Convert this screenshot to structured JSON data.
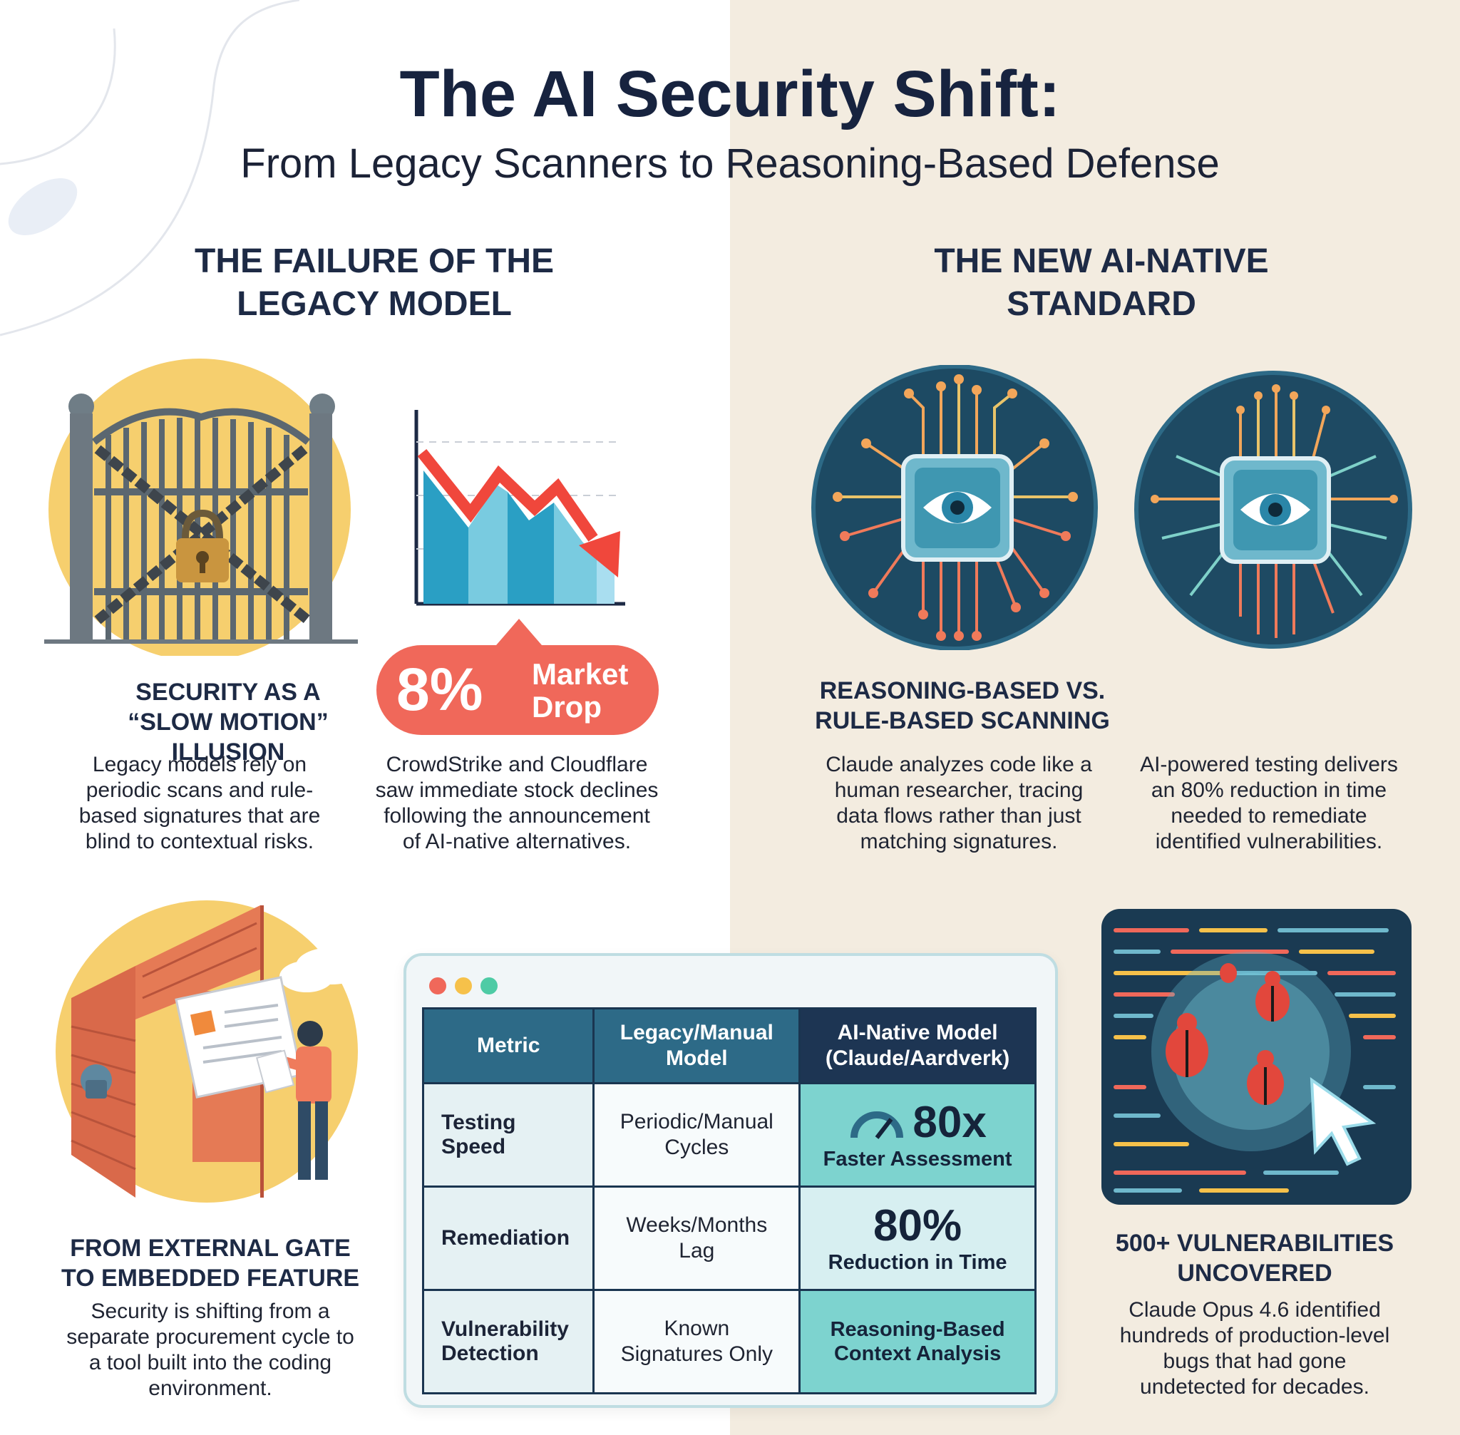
{
  "header": {
    "title": "The AI Security Shift:",
    "subtitle": "From Legacy Scanners to Reasoning-Based Defense"
  },
  "left": {
    "heading_line1": "THE FAILURE OF THE",
    "heading_line2": "LEGACY MODEL",
    "card1": {
      "title_line1": "SECURITY AS A",
      "title_line2": "“SLOW MOTION” ILLUSION",
      "text": [
        "Legacy models rely on",
        "periodic scans and rule-",
        "based signatures that are",
        "blind to contextual risks."
      ]
    },
    "market": {
      "percent": "8%",
      "label_line1": "Market",
      "label_line2": "Drop",
      "text": [
        "CrowdStrike and Cloudflare",
        "saw immediate stock declines",
        "following the announcement",
        "of AI-native alternatives."
      ]
    },
    "card3": {
      "title_line1": "FROM EXTERNAL GATE",
      "title_line2": "TO EMBEDDED FEATURE",
      "text": [
        "Security is shifting from a",
        "separate procurement cycle to",
        "a tool built into the coding",
        "environment."
      ]
    }
  },
  "right": {
    "heading_line1": "THE NEW AI-NATIVE",
    "heading_line2": "STANDARD",
    "card1": {
      "title_line1": "REASONING-BASED VS.",
      "title_line2": "RULE-BASED SCANNING",
      "text": [
        "Claude analyzes code like a",
        "human researcher, tracing",
        "data flows rather than just",
        "matching signatures."
      ]
    },
    "card2": {
      "text": [
        "AI-powered testing delivers",
        "an 80% reduction in time",
        "needed to remediate",
        "identified vulnerabilities."
      ]
    },
    "card3": {
      "title_line1": "500+ VULNERABILITIES",
      "title_line2": "UNCOVERED",
      "text": [
        "Claude Opus 4.6 identified",
        "hundreds of production-level",
        "bugs that had gone",
        "undetected for decades."
      ]
    }
  },
  "table": {
    "headers": {
      "metric": "Metric",
      "legacy_line1": "Legacy/Manual",
      "legacy_line2": "Model",
      "ai_line1": "AI-Native Model",
      "ai_line2": "(Claude/Aardverk)"
    },
    "rows": [
      {
        "metric_line1": "Testing",
        "metric_line2": "Speed",
        "legacy_line1": "Periodic/Manual",
        "legacy_line2": "Cycles",
        "ai_big": "80x",
        "ai_small": "Faster Assessment"
      },
      {
        "metric_line1": "Remediation",
        "metric_line2": "",
        "legacy_line1": "Weeks/Months",
        "legacy_line2": "Lag",
        "ai_big": "80%",
        "ai_small": "Reduction in Time"
      },
      {
        "metric_line1": "Vulnerability",
        "metric_line2": "Detection",
        "legacy_line1": "Known",
        "legacy_line2": "Signatures Only",
        "ai_line1": "Reasoning-Based",
        "ai_line2": "Context Analysis"
      }
    ]
  },
  "colors": {
    "navy": "#17233f",
    "coral": "#f0685a",
    "teal": "#7dd3cf",
    "table_header": "#2d6a87",
    "beige_panel": "#f3ece0",
    "gold_circle": "#f6cf6e"
  },
  "icons": [
    "locked-gate-icon",
    "declining-chart-icon",
    "ai-eye-chip-icon",
    "brick-wall-document-icon",
    "code-bugs-cursor-icon",
    "speed-gauge-icon"
  ]
}
